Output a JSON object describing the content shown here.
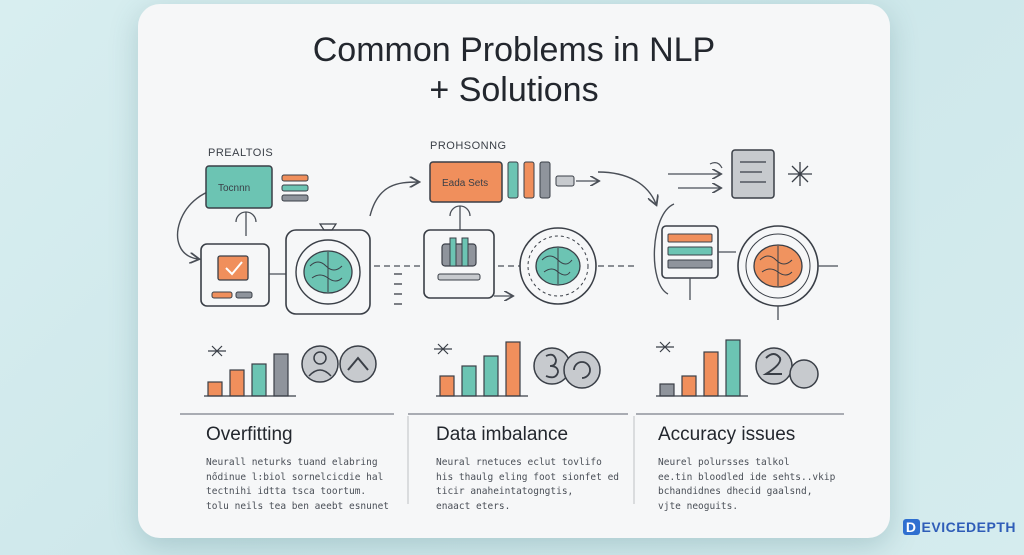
{
  "title_line1": "Common Problems in NLP",
  "title_line2": "+ Solutions",
  "sections": [
    {
      "label": "PREALTOIS",
      "box_label": "Tocnnn",
      "heading": "Overfitting",
      "text": "Neurall neturks tuand elabring\nnődinue l:biol sornelcicdie hal\ntectnihi idtta tsca toortum.\ntolu neils tea ben aeebt esnunet"
    },
    {
      "label": "PROHSONNG",
      "box_label": "Eada Sets",
      "heading": "Data imbalance",
      "text": "Neural rnetuces eclut tovlifo\nhis thaulg eling foot sionfet ed\nticir anaheintatogngtis,\nenaact eters."
    },
    {
      "label": "",
      "box_label": "",
      "heading": "Accuracy issues",
      "text": "Neurel polursses talkol\nee.tin bloodled ide sehts..vkip\nbchandidnes dhecid gaalsnd,\nvjte neoguits."
    }
  ],
  "brand": {
    "mark": "D",
    "name": "EVICEDEPTH"
  },
  "colors": {
    "teal": "#5bbfa4",
    "orange": "#f08f5c",
    "gray": "#8f949c",
    "stroke": "#4a4f57",
    "brain_teal": "#6cc4b3",
    "brain_orange": "#f0935f"
  }
}
